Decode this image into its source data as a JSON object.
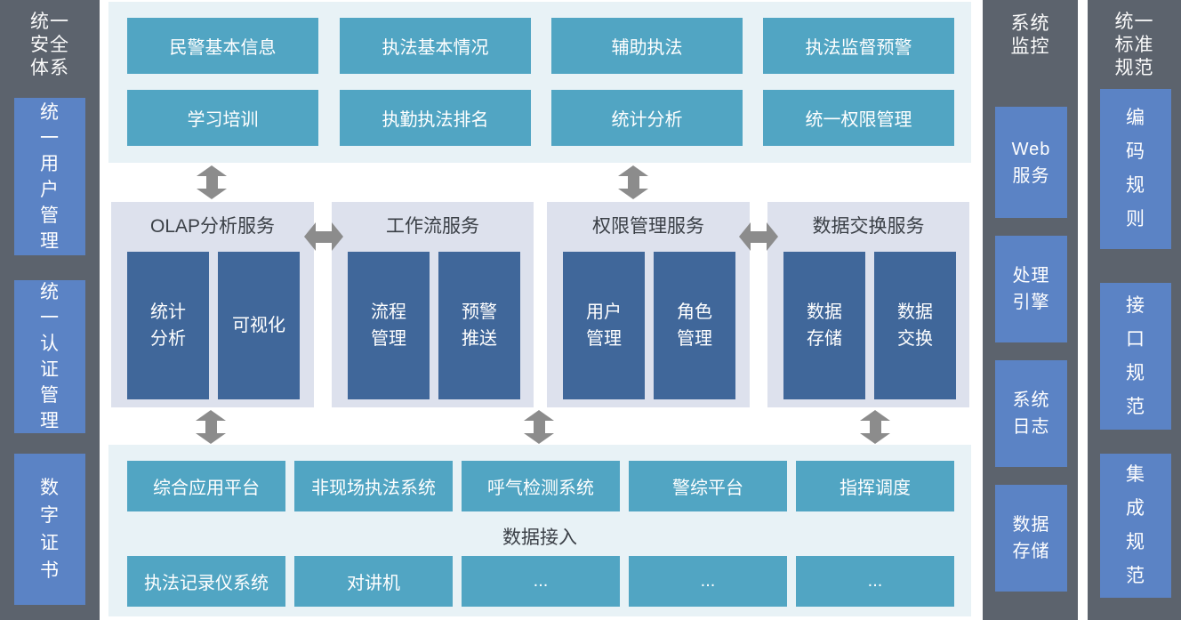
{
  "left_sidebar": {
    "title": "统一\n安全\n体系",
    "items": [
      {
        "label": "统\n一\n用\n户\n管\n理"
      },
      {
        "label": "统\n一\n认\n证\n管\n理"
      },
      {
        "label": "数\n字\n证\n书"
      }
    ]
  },
  "top_section": {
    "rows": [
      [
        "民警基本信息",
        "执法基本情况",
        "辅助执法",
        "执法监督预警"
      ],
      [
        "学习培训",
        "执勤执法排名",
        "统计分析",
        "统一权限管理"
      ]
    ]
  },
  "services": [
    {
      "title": "OLAP分析服务",
      "items": [
        "统计\n分析",
        "可视化"
      ]
    },
    {
      "title": "工作流服务",
      "items": [
        "流程\n管理",
        "预警\n推送"
      ]
    },
    {
      "title": "权限管理服务",
      "items": [
        "用户\n管理",
        "角色\n管理"
      ]
    },
    {
      "title": "数据交换服务",
      "items": [
        "数据\n存储",
        "数据\n交换"
      ]
    }
  ],
  "bottom_section": {
    "row1": [
      "综合应用平台",
      "非现场执法系统",
      "呼气检测系统",
      "警综平台",
      "指挥调度"
    ],
    "label": "数据接入",
    "row2": [
      "执法记录仪系统",
      "对讲机",
      "...",
      "...",
      "..."
    ]
  },
  "monitor_sidebar": {
    "title": "系统\n监控",
    "items": [
      "Web\n服务",
      "处理\n引擎",
      "系统\n日志",
      "数据\n存储"
    ]
  },
  "standards_sidebar": {
    "title": "统一\n标准\n规范",
    "items": [
      "编\n码\n规\n则",
      "接\n口\n规\n范",
      "集\n成\n规\n范"
    ]
  },
  "colors": {
    "sidebar_bg": "#5c636d",
    "sidebar_box": "#5b83c5",
    "section_bg": "#e8f2f6",
    "teal_box": "#51a5c3",
    "group_bg": "#dde1ed",
    "group_sub_box": "#40679a",
    "arrow": "#8c8c8c",
    "dark_text": "#3b4047"
  }
}
